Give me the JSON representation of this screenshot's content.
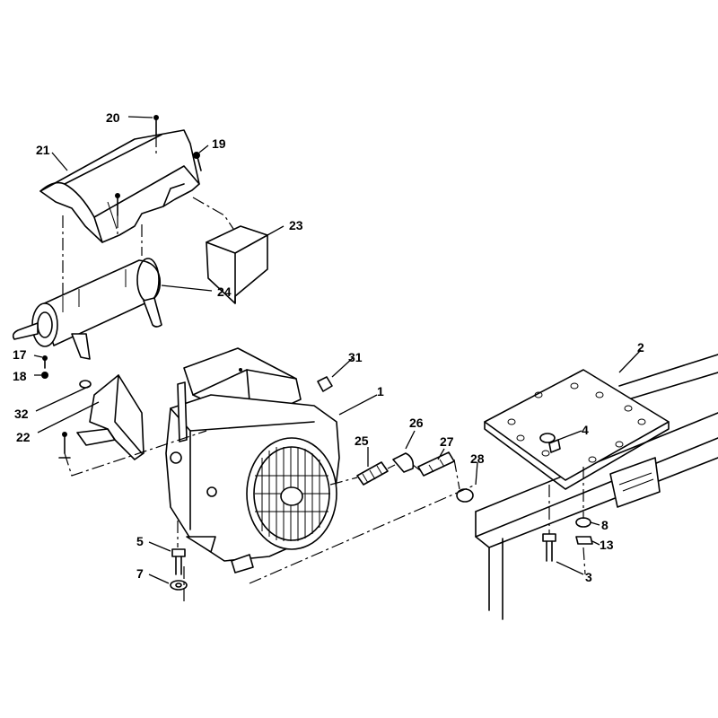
{
  "diagram": {
    "callouts": [
      "1",
      "2",
      "3",
      "4",
      "5",
      "7",
      "8",
      "13",
      "17",
      "18",
      "19",
      "20",
      "21",
      "22",
      "23",
      "24",
      "25",
      "26",
      "27",
      "28",
      "31",
      "32"
    ]
  },
  "colors": {
    "ink": "#000000",
    "paper": "#ffffff"
  }
}
